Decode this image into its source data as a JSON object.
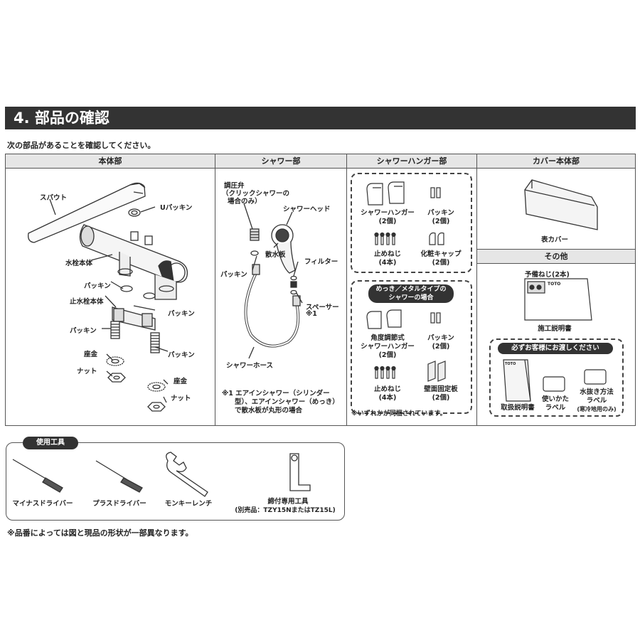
{
  "section": {
    "title": "4. 部品の確認",
    "intro": "次の部品があることを確認してください。"
  },
  "columns": {
    "main_body": "本体部",
    "shower": "シャワー部",
    "hanger": "シャワーハンガー部",
    "cover": "カバー本体部",
    "other": "その他"
  },
  "main_body_parts": {
    "spout": "スパウト",
    "u_packing": "Uパッキン",
    "faucet_body": "水栓本体",
    "packing_1": "パッキン",
    "stop_valve_body": "止水栓本体",
    "packing_2": "パッキン",
    "packing_3": "パッキン",
    "packing_4": "パッキン",
    "washer_1": "座金",
    "nut_1": "ナット",
    "washer_2": "座金",
    "nut_2": "ナット"
  },
  "shower_parts": {
    "pressure_valve": "調圧弁",
    "pressure_valve_note1": "（クリックシャワーの",
    "pressure_valve_note2": "場合のみ）",
    "shower_head": "シャワーヘッド",
    "spray_plate": "散水板",
    "filter": "フィルター",
    "packing": "パッキン",
    "spacer": "スペーサー",
    "spacer_mark": "※1",
    "hose": "シャワーホース",
    "note_1": "※1 エアインシャワー（シリンダー",
    "note_2": "型）、エアインシャワー（めっき）",
    "note_3": "で散水板が丸形の場合"
  },
  "hanger_parts": {
    "hanger": "シャワーハンガー",
    "hanger_qty": "(2個)",
    "packing": "パッキン",
    "packing_qty": "(2個)",
    "screw": "止めねじ",
    "screw_qty": "(4本)",
    "cap": "化粧キャップ",
    "cap_qty": "(2個)",
    "metal_badge_1": "めっき／メタルタイプの",
    "metal_badge_2": "シャワーの場合",
    "angle_hanger_1": "角度調節式",
    "angle_hanger_2": "シャワーハンガー",
    "angle_hanger_qty": "(2個)",
    "packing2": "パッキン",
    "packing2_qty": "(2個)",
    "screw2": "止めねじ",
    "screw2_qty": "(4本)",
    "wall_plate": "壁面固定板",
    "wall_plate_qty": "(2個)",
    "either_note": "※いずれかが同梱されています。"
  },
  "cover_parts": {
    "cover": "表カバー"
  },
  "other_parts": {
    "spare_screw": "予備ねじ(2本)",
    "manual": "施工説明書",
    "customer_badge": "必ずお客様にお渡しください",
    "user_manual": "取扱説明書",
    "usage_label_1": "使いかた",
    "usage_label_2": "ラベル",
    "drain_label_1": "水抜き方法",
    "drain_label_2": "ラベル",
    "drain_label_3": "(寒冷地用のみ)",
    "brand": "TOTO"
  },
  "tools": {
    "title": "使用工具",
    "minus_driver": "マイナスドライバー",
    "plus_driver": "プラスドライバー",
    "wrench": "モンキーレンチ",
    "special_tool_1": "締付専用工具",
    "special_tool_2": "(別売品：TZY15NまたはTZ15L)"
  },
  "footnote": "※品番によっては図と現品の形状が一部異なります。"
}
